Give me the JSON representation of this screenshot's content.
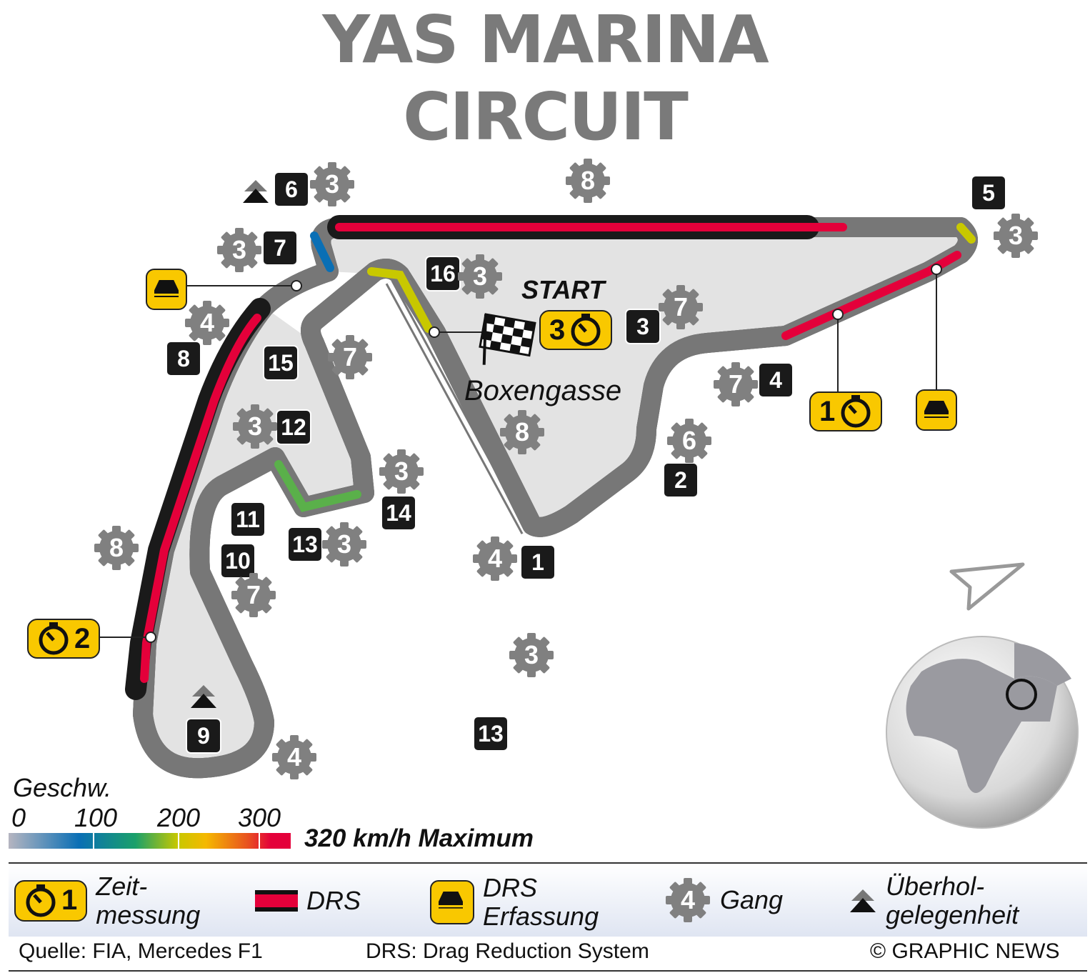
{
  "title": {
    "line1": "YAS MARINA",
    "line2": "CIRCUIT"
  },
  "labels": {
    "start": "START",
    "pitlane": "Boxengasse"
  },
  "turns": [
    "6",
    "7",
    "8",
    "15",
    "12",
    "11",
    "10",
    "13",
    "14",
    "9",
    "16",
    "3",
    "4",
    "2",
    "1",
    "5",
    "13"
  ],
  "gears": [
    "3",
    "8",
    "3",
    "3",
    "4",
    "3",
    "7",
    "7",
    "7",
    "8",
    "6",
    "3",
    "3",
    "3",
    "8",
    "4",
    "7",
    "3",
    "4"
  ],
  "timing": [
    {
      "number": "3",
      "icon": "stopwatch-icon"
    },
    {
      "number": "1",
      "icon": "stopwatch-icon"
    },
    {
      "number": "2",
      "icon": "stopwatch-icon"
    }
  ],
  "speed_scale": {
    "label": "Geschw.",
    "ticks": [
      "0",
      "100",
      "200",
      "300"
    ],
    "maximum": "320 km/h Maximum"
  },
  "legend": {
    "timing_number": "1",
    "timing": "Zeit-\nmessung",
    "drs": "DRS",
    "drs_detection": "DRS\nErfassung",
    "gear_number": "4",
    "gear": "Gang",
    "overtaking": "Überhol-\ngelegenheit"
  },
  "footer": {
    "source": "Quelle: FIA, Mercedes F1",
    "drs_note": "DRS: Drag Reduction System",
    "credit": "© GRAPHIC NEWS"
  },
  "colors": {
    "title": "#7a7a7a",
    "drs": "#e4003a",
    "timing": "#f9c800",
    "gear": "#808080"
  }
}
